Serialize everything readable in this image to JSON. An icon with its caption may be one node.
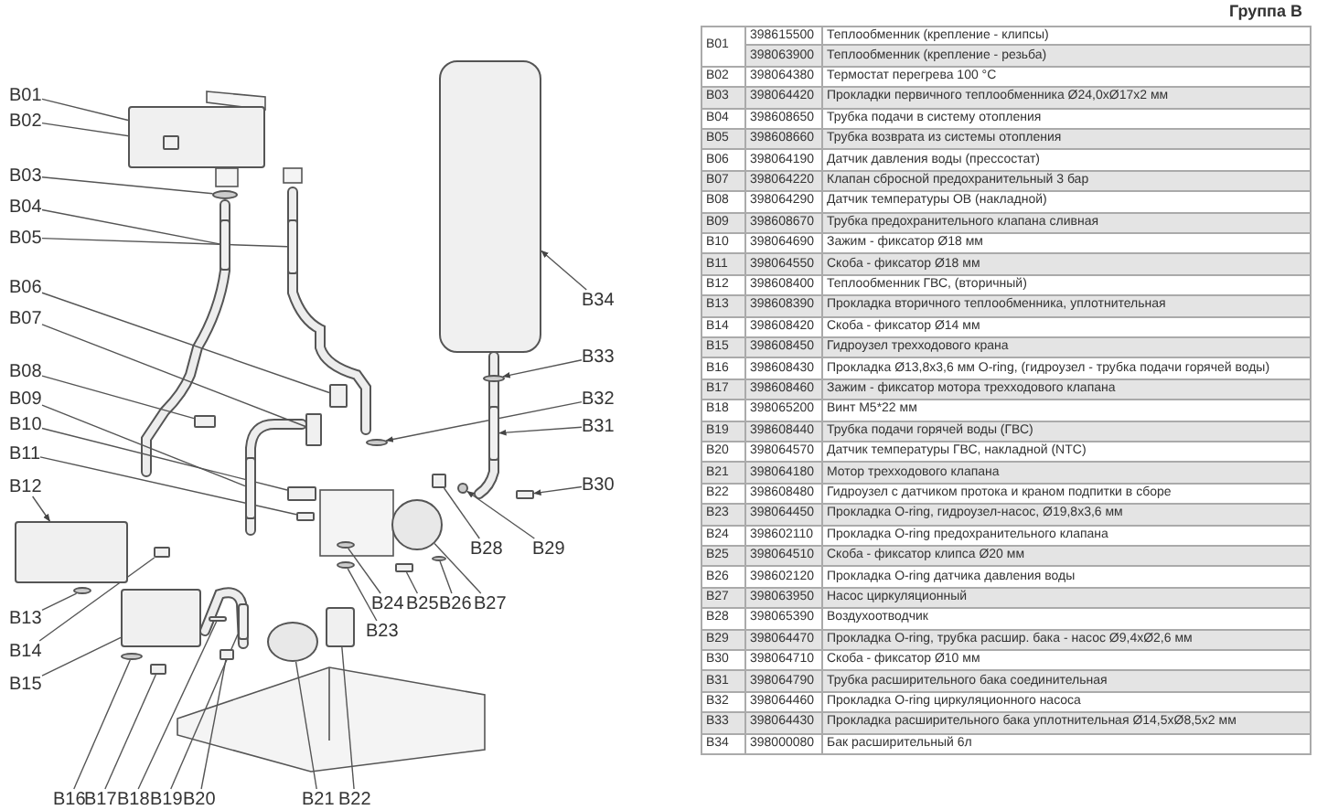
{
  "diagram": {
    "nodes": [
      {
        "text": [
          "B01"
        ]
      },
      {
        "text": [
          "B02"
        ]
      },
      {
        "text": [
          "B03"
        ]
      },
      {
        "text": [
          "B04"
        ]
      },
      {
        "text": [
          "B05"
        ]
      },
      {
        "text": [
          "B06"
        ]
      },
      {
        "text": [
          "B07"
        ]
      },
      {
        "text": [
          "B08"
        ]
      },
      {
        "text": [
          "B09"
        ]
      },
      {
        "text": [
          "B10"
        ]
      },
      {
        "text": [
          "B11"
        ]
      },
      {
        "text": [
          "B12"
        ]
      },
      {
        "text": [
          "B13"
        ]
      },
      {
        "text": [
          "B14"
        ]
      },
      {
        "text": [
          "B15"
        ]
      },
      {
        "text": [
          "B16"
        ]
      },
      {
        "text": [
          "B17"
        ]
      },
      {
        "text": [
          "B18"
        ]
      },
      {
        "text": [
          "B19"
        ]
      },
      {
        "text": [
          "B20"
        ]
      },
      {
        "text": [
          "B21"
        ]
      },
      {
        "text": [
          "B22"
        ]
      },
      {
        "text": [
          "B23"
        ]
      },
      {
        "text": [
          "B24"
        ]
      },
      {
        "text": [
          "B25"
        ]
      },
      {
        "text": [
          "B26"
        ]
      },
      {
        "text": [
          "B27"
        ]
      },
      {
        "text": [
          "B28"
        ]
      },
      {
        "text": [
          "B29"
        ]
      },
      {
        "text": [
          "B30"
        ]
      },
      {
        "text": [
          "B31"
        ]
      },
      {
        "text": [
          "B32"
        ]
      },
      {
        "text": [
          "B33"
        ]
      },
      {
        "text": [
          "B34"
        ]
      },
      {
        "text": [],
        "shape": "box"
      },
      {
        "text": [],
        "shape": "box",
        "in": 34
      },
      {
        "text": [],
        "shape": "circle"
      },
      {
        "text": [],
        "shape": "bar"
      },
      {
        "text": [],
        "shape": "bar"
      },
      {
        "text": [],
        "shape": "box"
      },
      {
        "text": [],
        "shape": "box"
      },
      {
        "text": [],
        "shape": "box"
      },
      {
        "text": [],
        "shape": "bar"
      },
      {
        "text": [],
        "shape": "box"
      },
      {
        "text": [],
        "shape": "box"
      },
      {
        "text": [],
        "shape": "box"
      },
      {
        "text": [],
        "shape": "circle"
      },
      {
        "text": [],
        "shape": "box"
      },
      {
        "text": [],
        "shape": "box"
      },
      {
        "text": [],
        "shape": "circle"
      },
      {
        "text": [],
        "shape": "box"
      },
      {
        "text": [],
        "shape": "bar"
      },
      {
        "text": [],
        "shape": "bar"
      },
      {
        "text": [],
        "shape": "box"
      },
      {
        "text": [],
        "shape": "circle"
      },
      {
        "text": [],
        "shape": "box"
      },
      {
        "text": [],
        "shape": "circle"
      },
      {
        "text": [],
        "shape": "circle"
      },
      {
        "text": [],
        "shape": "box"
      },
      {
        "text": [],
        "shape": "circle"
      },
      {
        "text": [],
        "shape": "circle"
      },
      {
        "text": [],
        "shape": "box"
      },
      {
        "text": [],
        "shape": "circle"
      },
      {
        "text": [],
        "shape": "box"
      },
      {
        "text": [],
        "shape": "bar"
      },
      {
        "text": [],
        "shape": "circle"
      },
      {
        "text": [],
        "shape": "circle"
      },
      {
        "text": [],
        "shape": "box"
      }
    ],
    "edges": [
      {
        "from": 0,
        "to": 34,
        "arrow": "none"
      },
      {
        "from": 1,
        "to": 35,
        "arrow": "none"
      },
      {
        "from": 2,
        "to": 36,
        "arrow": "none"
      },
      {
        "from": 3,
        "to": 37,
        "arrow": "none"
      },
      {
        "from": 4,
        "to": 38,
        "arrow": "none"
      },
      {
        "from": 5,
        "to": 39,
        "arrow": "none"
      },
      {
        "from": 6,
        "to": 40,
        "arrow": "none"
      },
      {
        "from": 7,
        "to": 41,
        "arrow": "none"
      },
      {
        "from": 8,
        "to": 42,
        "arrow": "none"
      },
      {
        "from": 9,
        "to": 43,
        "arrow": "none"
      },
      {
        "from": 10,
        "to": 44,
        "arrow": "none"
      },
      {
        "from": 11,
        "to": 45,
        "arrow": "to"
      },
      {
        "from": 12,
        "to": 46,
        "arrow": "none"
      },
      {
        "from": 13,
        "to": 47,
        "arrow": "none"
      },
      {
        "from": 14,
        "to": 48,
        "arrow": "none"
      },
      {
        "from": 15,
        "to": 49,
        "arrow": "none"
      },
      {
        "from": 16,
        "to": 50,
        "arrow": "none"
      },
      {
        "from": 17,
        "to": 51,
        "arrow": "none"
      },
      {
        "from": 18,
        "to": 52,
        "arrow": "none"
      },
      {
        "from": 19,
        "to": 53,
        "arrow": "none"
      },
      {
        "from": 20,
        "to": 54,
        "arrow": "none"
      },
      {
        "from": 21,
        "to": 55,
        "arrow": "none"
      },
      {
        "from": 22,
        "to": 56,
        "arrow": "none"
      },
      {
        "from": 23,
        "to": 57,
        "arrow": "none"
      },
      {
        "from": 24,
        "to": 58,
        "arrow": "none"
      },
      {
        "from": 25,
        "to": 59,
        "arrow": "none"
      },
      {
        "from": 26,
        "to": 60,
        "arrow": "none"
      },
      {
        "from": 27,
        "to": 61,
        "arrow": "none"
      },
      {
        "from": 28,
        "to": 62,
        "arrow": "to"
      },
      {
        "from": 29,
        "to": 63,
        "arrow": "to"
      },
      {
        "from": 30,
        "to": 64,
        "arrow": "to"
      },
      {
        "from": 31,
        "to": 65,
        "arrow": "to"
      },
      {
        "from": 32,
        "to": 66,
        "arrow": "to"
      },
      {
        "from": 33,
        "to": 67,
        "arrow": "to"
      }
    ],
    "labels": [
      "Группа B",
      "B01",
      "398615500",
      "Теплообменник (крепление - клипсы)",
      "398063900",
      "Теплообменник (крепление - резьба)",
      "B02",
      "398064380",
      "Термостат перегрева 100 °C",
      "B03",
      "398064420",
      "Прокладки первичного теплообменника  Ø24,0xØ17x2 мм",
      "B04",
      "398608650",
      "Трубка подачи в систему отопления",
      "B05",
      "398608660",
      "Трубка возврата из системы отопления",
      "B06",
      "398064190",
      "Датчик давления воды (прессостат)",
      "B07",
      "398064220",
      "Клапан сбросной предохранительный 3 бар",
      "B08",
      "398064290",
      "Датчик температуры ОВ (накладной)",
      "B09",
      "398608670",
      "Трубка предохранительного клапана сливная",
      "B10",
      "398064690",
      "Зажим - фиксатор Ø18 мм",
      "B11",
      "398064550",
      "Скоба - фиксатор Ø18 мм",
      "B12",
      "398608400",
      "Теплообменник ГВС, (вторичный)",
      "B13",
      "398608390",
      "Прокладка вторичного теплообменника, уплотнительная",
      "B14",
      "398608420",
      "Скоба - фиксатор Ø14 мм",
      "B15",
      "398608450",
      "Гидроузел трехходового крана",
      "B16",
      "398608430",
      "Прокладка Ø13,8x3,6 мм O-ring, (гидроузел - трубка подачи горячей воды)",
      "B17",
      "398608460",
      "Зажим - фиксатор мотора трехходового клапана",
      "B18",
      "398065200",
      "Винт М5*22 мм",
      "B19",
      "398608440",
      "Трубка подачи горячей воды (ГВС)",
      "B20",
      "398064570",
      "Датчик температуры ГВС, накладной (NTC)",
      "B21",
      "398064180",
      "Мотор трехходового клапана",
      "B22",
      "398608480",
      "Гидроузел с датчиком протока и краном подпитки в сборе",
      "B23",
      "398064450",
      "Прокладка O-ring, гидроузел-насос,  Ø19,8x3,6 мм",
      "B24",
      "398602110",
      "Прокладка O-ring предохранительного клапана",
      "B25",
      "398064510",
      "Скоба - фиксатор клипса Ø20 мм",
      "B26",
      "398602120",
      "Прокладка O-ring датчика давления воды",
      "B27",
      "398063950",
      "Насос циркуляционный",
      "B28",
      "398065390",
      "Воздухоотводчик",
      "B29",
      "398064470",
      "Прокладка O-ring, трубка расшир. бака - насос  Ø9,4xØ2,6 мм",
      "B30",
      "398064710",
      "Скоба - фиксатор Ø10 мм",
      "B31",
      "398064790",
      "Трубка расширительного бака соединительная",
      "B32",
      "398064460",
      "Прокладка O-ring циркуляционного насоса",
      "B33",
      "398064430",
      "Прокладка расширительного бака уплотнительная Ø14,5xØ8,5x2 мм",
      "B34",
      "398000080",
      "Бак расширительный 6л"
    ]
  }
}
